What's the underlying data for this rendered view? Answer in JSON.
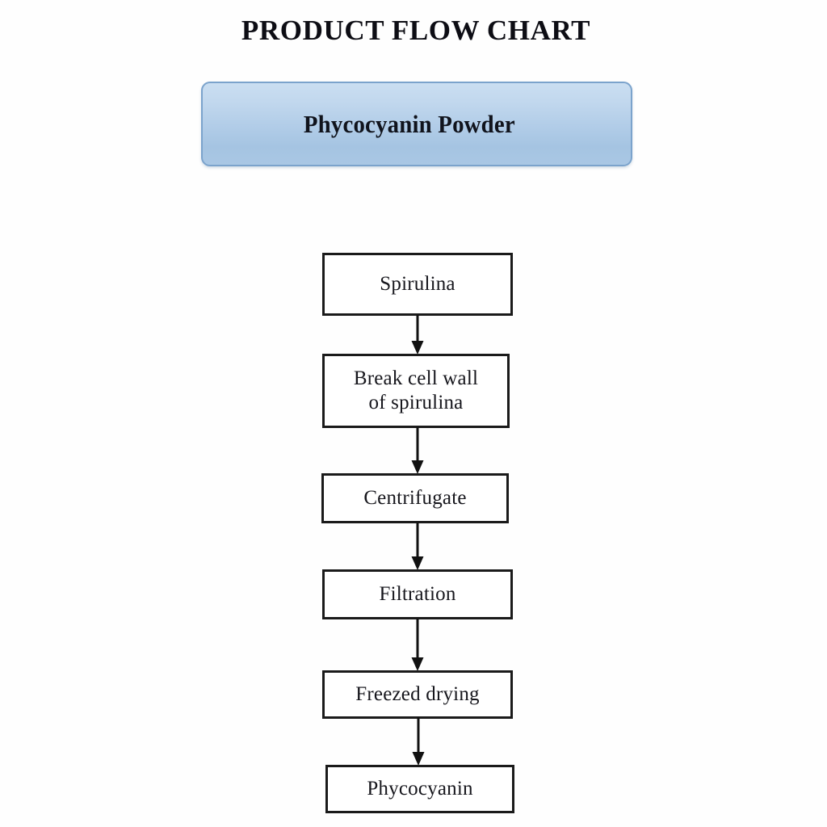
{
  "page": {
    "title": "PRODUCT FLOW CHART",
    "background_color": "#fefefe"
  },
  "banner": {
    "label": "Phycocyanin Powder",
    "fill_top_color": "#cadef1",
    "fill_bottom_color": "#a5c4e2",
    "border_color": "#7ba3cc",
    "text_color": "#10131c"
  },
  "flow": {
    "box_border_color": "#1a1a1a",
    "box_fill_color": "#ffffff",
    "arrow_color": "#111111",
    "steps": [
      {
        "label": "Spirulina"
      },
      {
        "label": "Break cell wall\nof spirulina"
      },
      {
        "label": "Centrifugate"
      },
      {
        "label": "Filtration"
      },
      {
        "label": "Freezed drying"
      },
      {
        "label": "Phycocyanin"
      }
    ],
    "arrows": [
      {
        "from": "Spirulina",
        "to": "Break cell wall of spirulina",
        "direction": "down"
      },
      {
        "from": "Break cell wall of spirulina",
        "to": "Centrifugate",
        "direction": "down"
      },
      {
        "from": "Centrifugate",
        "to": "Filtration",
        "direction": "down"
      },
      {
        "from": "Filtration",
        "to": "Freezed drying",
        "direction": "down"
      },
      {
        "from": "Freezed drying",
        "to": "Phycocyanin",
        "direction": "down"
      }
    ]
  }
}
